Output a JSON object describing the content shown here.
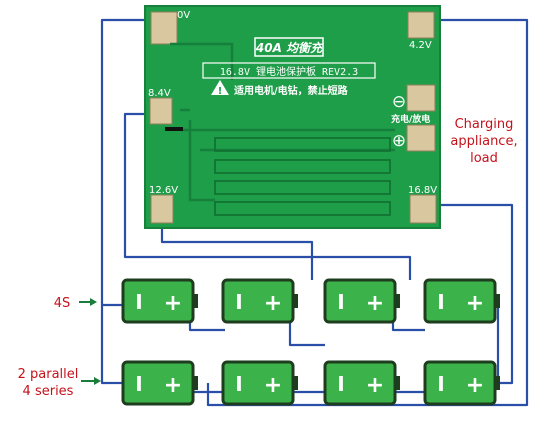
{
  "board": {
    "brand": "40A 均衡充",
    "model": "16.8V 锂电池保护板 REV2.3",
    "warning": "适用电机/电钻，禁止短路",
    "port_label": "充电/放电",
    "pads": {
      "p0v": "0V",
      "p4v2": "4.2V",
      "p8v4": "8.4V",
      "p12v6": "12.6V",
      "p16v8": "16.8V"
    },
    "minus_symbol": "⊖",
    "plus_symbol": "⊕"
  },
  "annotations": {
    "load_line1": "Charging",
    "load_line2": "appliance,",
    "load_line3": "load",
    "s4": "4S",
    "p2_line1": "2 parallel",
    "p2_line2": "4 series"
  },
  "cell": {
    "neg": "I",
    "pos": "+"
  },
  "colors": {
    "wire": "#2a4fa8",
    "board": "#1f9e4a",
    "board_dark": "#1a7d3b",
    "cell_fill": "#3cb34a",
    "cell_border": "#1e3d1e",
    "annotation": "#c4121a"
  }
}
